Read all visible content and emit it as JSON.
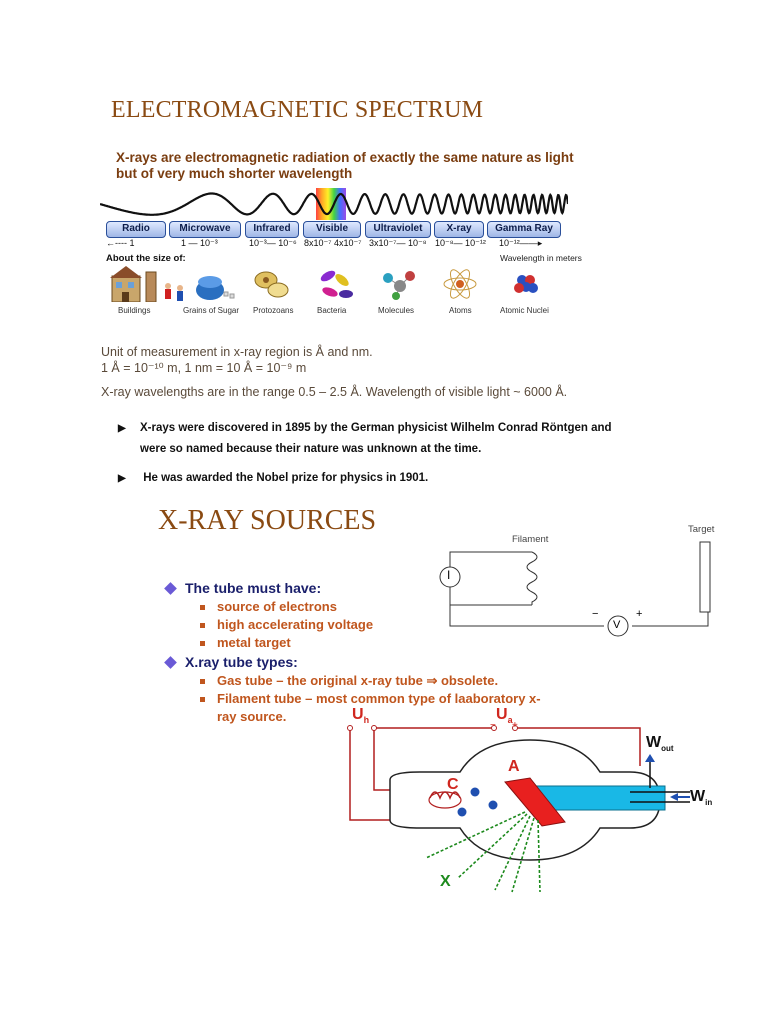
{
  "em_section": {
    "title": "ELECTROMAGNETIC SPECTRUM",
    "intro_line1": "X-rays are electromagnetic radiation of exactly the same nature as light",
    "intro_line2": "but of very much shorter wavelength",
    "bands": [
      {
        "label": "Radio",
        "value": "←---- 1"
      },
      {
        "label": "Microwave",
        "value": "1 — 10⁻³"
      },
      {
        "label": "Infrared",
        "value": "10⁻³— 10⁻⁶"
      },
      {
        "label": "Visible",
        "value": "8x10⁻⁷ 4x10⁻⁷"
      },
      {
        "label": "Ultraviolet",
        "value": "3x10⁻⁷— 10⁻⁸"
      },
      {
        "label": "X-ray",
        "value": "10⁻⁸— 10⁻¹²"
      },
      {
        "label": "Gamma Ray",
        "value": "10⁻¹²——▸"
      }
    ],
    "about_label": "About the size of:",
    "wavelength_label": "Wavelength in meters",
    "size_captions": [
      "Buildings",
      "Grains of Sugar",
      "Protozoans",
      "Bacteria",
      "Molecules",
      "Atoms",
      "Atomic Nuclei"
    ],
    "unit_line1": "Unit of measurement in x-ray region is Å and nm.",
    "unit_line2": "1 Å = 10⁻¹⁰ m, 1 nm = 10 Å = 10⁻⁹ m",
    "unit_line3": "X-ray wavelengths are in the range 0.5 – 2.5 Å.  Wavelength of visible light ~ 6000 Å."
  },
  "bullets": [
    {
      "line1": "X-rays were discovered   in 1895 by the German physicist Wilhelm Conrad Röntgen and",
      "line2": "were so named because their nature was unknown at the time."
    },
    {
      "line1": " He was awarded the Nobel prize for physics in 1901.",
      "line2": ""
    }
  ],
  "sources": {
    "title": "X-RAY SOURCES",
    "tube_title": "The tube must have:",
    "tube_items": [
      "source of electrons",
      "high accelerating voltage",
      "metal target"
    ],
    "types_title": "X.ray tube types:",
    "types_items": [
      "Gas tube – the original x-ray tube ⇒ obsolete.",
      "Filament tube – most common type of laaboratory x-",
      "ray  source."
    ]
  },
  "circuit": {
    "filament_label": "Filament",
    "target_label": "Target",
    "current_symbol": "I",
    "voltage_symbol": "V",
    "minus": "−",
    "plus": "+"
  },
  "tube_diagram": {
    "uh": "U",
    "uh_sub": "h",
    "ua": "U",
    "ua_sub": "a",
    "ua_minus": "−",
    "ua_plus": "+",
    "cathode": "C",
    "anode": "A",
    "w_out": "W",
    "w_out_sub": "out",
    "w_in": "W",
    "w_in_sub": "in",
    "x": "X",
    "colors": {
      "anode": "#e8201f",
      "coolant": "#19b8e6",
      "wire": "#b21f1f",
      "label": "#d0271f",
      "xray": "#1d8a1d"
    }
  }
}
